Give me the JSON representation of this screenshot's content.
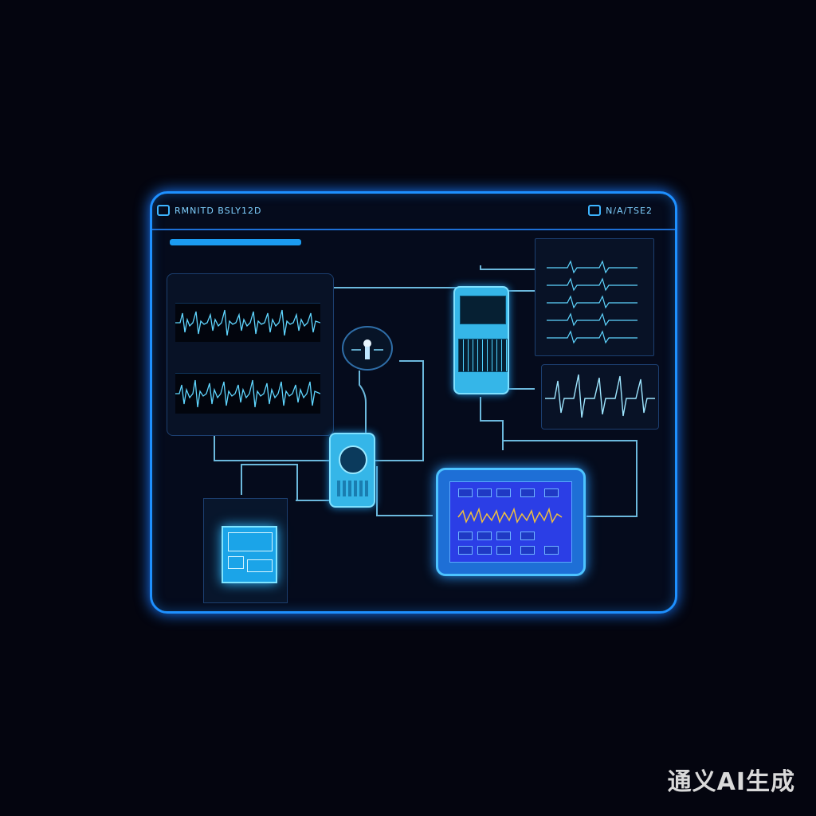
{
  "app": {
    "title_left": "RMNITD BSLY12D",
    "title_right": "N/A/TSE2"
  },
  "watermark": "通义AI生成",
  "colors": {
    "background": "#04050f",
    "panel_border": "#1e90ff",
    "waveform": "#5fd6ff",
    "device_body": "#35b6e8",
    "tablet_screen": "#2b3ee6",
    "tablet_wave": "#f0c040"
  },
  "icons": [
    "logo-icon",
    "status-icon",
    "sensor-probe-icon"
  ]
}
